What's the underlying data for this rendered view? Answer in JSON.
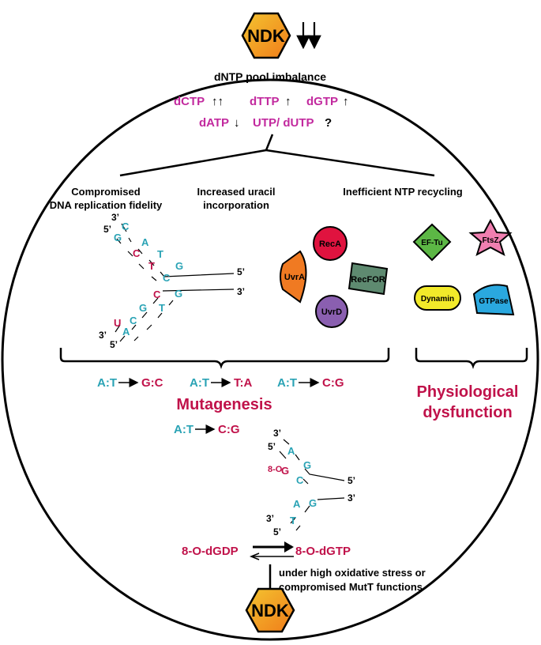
{
  "colors": {
    "magenta": "#c2299e",
    "crimson": "#c0124a",
    "teal": "#2aa3b5",
    "black": "#000000",
    "ndk_gradient": [
      "#f4c430",
      "#f07c1a"
    ],
    "recA": "#e0133f",
    "uvrA": "#f07a22",
    "recFOR": "#5e8a70",
    "uvrD": "#8a5fb0",
    "efTu": "#5cb745",
    "ftsZ": "#f07fb0",
    "dynamin": "#f2ea2a",
    "gtpase": "#2aa8df"
  },
  "top": {
    "ndk_label": "NDK",
    "arrows": "↓↓",
    "title": "dNTP pool imbalance",
    "dctp": "dCTP",
    "dctp_arrow": "↑↑",
    "dttp": "dTTP",
    "dttp_arrow": "↑",
    "dgtp": "dGTP",
    "dgtp_arrow": "↑",
    "datp": "dATP",
    "datp_arrow": "↓",
    "utp": "UTP/ dUTP",
    "question": "?"
  },
  "branches": {
    "fidelity": [
      "Compromised",
      "DNA replication fidelity"
    ],
    "uracil": [
      "Increased uracil",
      "incorporation"
    ],
    "recycling": "Inefficient NTP recycling"
  },
  "dna_fork_1": {
    "bases": [
      "C",
      "G",
      "A",
      "C",
      "T",
      "T",
      "G",
      "C",
      "C",
      "G",
      "G",
      "U",
      "C",
      "T",
      "A"
    ],
    "ends": [
      "3’",
      "5’",
      "5’",
      "3’",
      "3’",
      "5’"
    ]
  },
  "repair_proteins": {
    "recA": "RecA",
    "uvrA": "UvrA",
    "recFOR": "RecFOR",
    "uvrD": "UvrD"
  },
  "gtp_proteins": {
    "efTu": "EF-Tu",
    "ftsZ": "FtsZ",
    "dynamin": "Dynamin",
    "gtpase": "GTPase"
  },
  "mutations": [
    {
      "from": "A:T",
      "to": "G:C"
    },
    {
      "from": "A:T",
      "to": "T:A"
    },
    {
      "from": "A:T",
      "to": "C:G"
    },
    {
      "from": "A:T",
      "to": "C:G"
    }
  ],
  "mutagenesis_label": "Mutagenesis",
  "physiological_label": [
    "Physiological",
    "dysfunction"
  ],
  "dna_fork_2": {
    "bases": [
      "A",
      "G",
      "8-O",
      "G",
      "C",
      "A",
      "G",
      "T"
    ],
    "ends": [
      "3’",
      "5’",
      "5’",
      "3’",
      "3’",
      "5’"
    ]
  },
  "bottom": {
    "left": "8-O-dGDP",
    "right": "8-O-dGTP",
    "condition": [
      "under high oxidative stress or",
      "compromised MutT functions"
    ],
    "ndk_label": "NDK"
  }
}
